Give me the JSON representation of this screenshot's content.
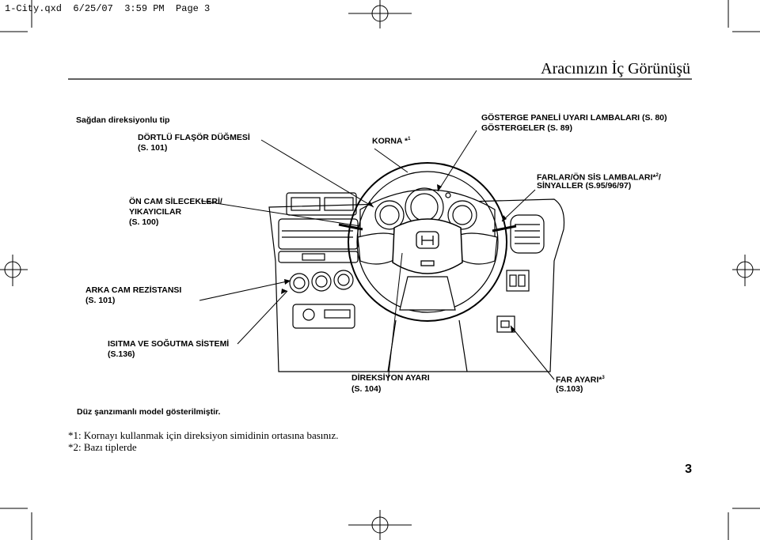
{
  "slug_line": "1-City.qxd  6/25/07  3:59 PM  Page 3",
  "page_title": "Aracınızın İç Görünüşü",
  "labels": {
    "drive_side": "Sağdan direksiyonlu tip",
    "hazard_title": "DÖRTLÜ FLAŞÖR DÜĞMESİ",
    "hazard_ref": "(S. 101)",
    "horn": "KORNA *",
    "horn_sup": "1",
    "gauge_warning": "GÖSTERGE PANELİ UYARI LAMBALARI (S. 80)",
    "gauges": "GÖSTERGELER (S. 89)",
    "lights_title": "FARLAR/ÖN SİS LAMBALARI*",
    "lights_sup": "2",
    "lights_slash": "/",
    "signals": "SİNYALLER (S.95/96/97)",
    "wipers_line1": "ÖN CAM SİLECEKLERİ/",
    "wipers_line2": "YIKAYICILAR",
    "wipers_ref": "(S. 100)",
    "defrost_title": "ARKA CAM REZİSTANSI",
    "defrost_ref": "(S. 101)",
    "climate_title": "ISITMA VE SOĞUTMA SİSTEMİ",
    "climate_ref": "(S.136)",
    "steering_adj_title": "DİREKSİYON AYARI",
    "steering_adj_ref": "(S. 104)",
    "headlight_adj_title": "FAR AYARI*",
    "headlight_adj_sup": "3",
    "headlight_adj_ref": "(S.103)",
    "manual_note": "Düz şanzımanlı model gösterilmiştir."
  },
  "footnotes": [
    "*1: Kornayı kullanmak için direksiyon simidinin ortasına basınız.",
    "*2: Bazı tiplerde"
  ],
  "page_number": "3",
  "brand_emblem": "honda-h-logo"
}
